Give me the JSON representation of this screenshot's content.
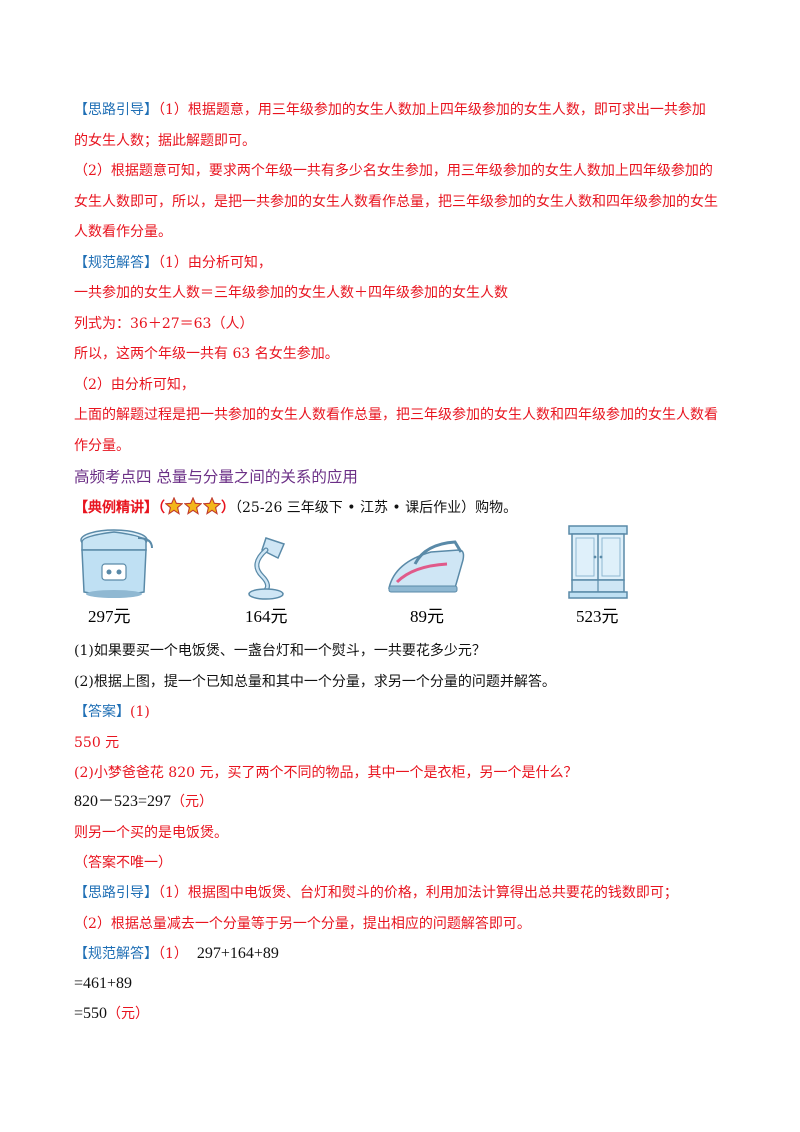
{
  "section1": {
    "hint_tag": "【思路引导】",
    "hint_p1_a": "（1）根据题意，用三年级参加的女生人数加上四年级参加的女生人数，即可求出一共参加",
    "hint_p1_b": "的女生人数；据此解题即可。",
    "hint_p2_a": "（2）根据题意可知，要求两个年级一共有多少名女生参加，用三年级参加的女生人数加上四年级参加的",
    "hint_p2_b": "女生人数即可，所以，是把一共参加的女生人数看作总量，把三年级参加的女生人数和四年级参加的女生",
    "hint_p2_c": "人数看作分量。",
    "solution_tag": "【规范解答】",
    "sol_1": "（1）由分析可知，",
    "sol_2": "一共参加的女生人数＝三年级参加的女生人数＋四年级参加的女生人数",
    "sol_3": "列式为：36＋27＝63（人）",
    "sol_4": "所以，这两个年级一共有 63 名女生参加。",
    "sol_5": "（2）由分析可知，",
    "sol_6a": "上面的解题过程是把一共参加的女生人数看作总量，把三年级参加的女生人数和四年级参加的女生人数看",
    "sol_6b": "作分量。"
  },
  "section2": {
    "title": "高频考点四  总量与分量之间的关系的应用",
    "example_tag": "【典例精讲】",
    "stars_open": "（",
    "stars_close": "）",
    "source": "（25-26 三年级下 • 江苏 • 课后作业）购物。",
    "items": [
      {
        "name": "电饭煲",
        "price": "297元",
        "icon": "rice-cooker-icon"
      },
      {
        "name": "台灯",
        "price": "164元",
        "icon": "desk-lamp-icon"
      },
      {
        "name": "熨斗",
        "price": "89元",
        "icon": "iron-icon"
      },
      {
        "name": "衣柜",
        "price": "523元",
        "icon": "wardrobe-icon"
      }
    ],
    "q1": "(1)如果要买一个电饭煲、一盏台灯和一个熨斗，一共要花多少元？",
    "q2": "(2)根据上图，提一个已知总量和其中一个分量，求另一个分量的问题并解答。",
    "answer_tag": "【答案】",
    "answer_1": "(1)",
    "answer_2": "550 元",
    "answer_3": "(2)小梦爸爸花 820 元，买了两个不同的物品，其中一个是衣柜，另一个是什么？",
    "answer_4_expr": "820－523=297",
    "answer_4_unit": "（元）",
    "answer_5": "则另一个买的是电饭煲。",
    "answer_6": "（答案不唯一）",
    "hint_tag": "【思路引导】",
    "hint_1": "（1）根据图中电饭煲、台灯和熨斗的价格，利用加法计算得出总共要花的钱数即可；",
    "hint_2": "（2）根据总量减去一个分量等于另一个分量，提出相应的问题解答即可。",
    "solution_tag": "【规范解答】",
    "sol_1_label": "（1）",
    "sol_1_expr": "297+164+89",
    "sol_2_expr": "=461+89",
    "sol_3_expr": "=550",
    "sol_3_unit": "（元）"
  },
  "colors": {
    "red": "#e8141f",
    "blue": "#1f6fb5",
    "purple": "#6b2f86",
    "star": "#f3b71a"
  }
}
